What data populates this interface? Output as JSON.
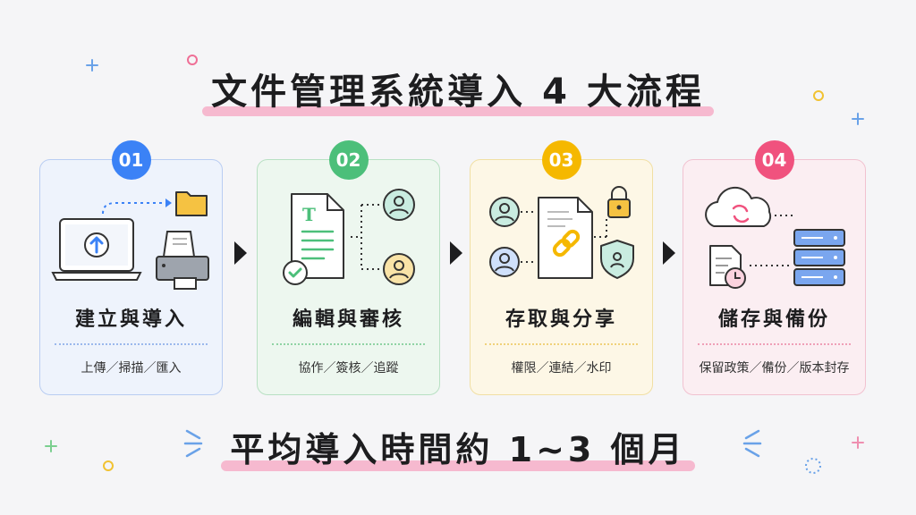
{
  "title": "文件管理系統導入 4 大流程",
  "steps": [
    {
      "number": "01",
      "label": "建立與導入",
      "sub": "上傳／掃描／匯入",
      "color": "#3b82f6"
    },
    {
      "number": "02",
      "label": "編輯與審核",
      "sub": "協作／簽核／追蹤",
      "color": "#4cbf7a"
    },
    {
      "number": "03",
      "label": "存取與分享",
      "sub": "權限／連結／水印",
      "color": "#f5b800"
    },
    {
      "number": "04",
      "label": "儲存與備份",
      "sub": "保留政策／備份／版本封存",
      "color": "#f0527e"
    }
  ],
  "footer": "平均導入時間約 1~3 個月",
  "colors": {
    "step1_bg": "#eef3fc",
    "step1_border": "#b9cdf2",
    "step2_bg": "#edf7ef",
    "step2_border": "#b8e0c3",
    "step3_bg": "#fdf7e6",
    "step3_border": "#f1dfa3",
    "step4_bg": "#fbeef2",
    "step4_border": "#f1c2d0",
    "highlight": "#f6b9cf"
  }
}
